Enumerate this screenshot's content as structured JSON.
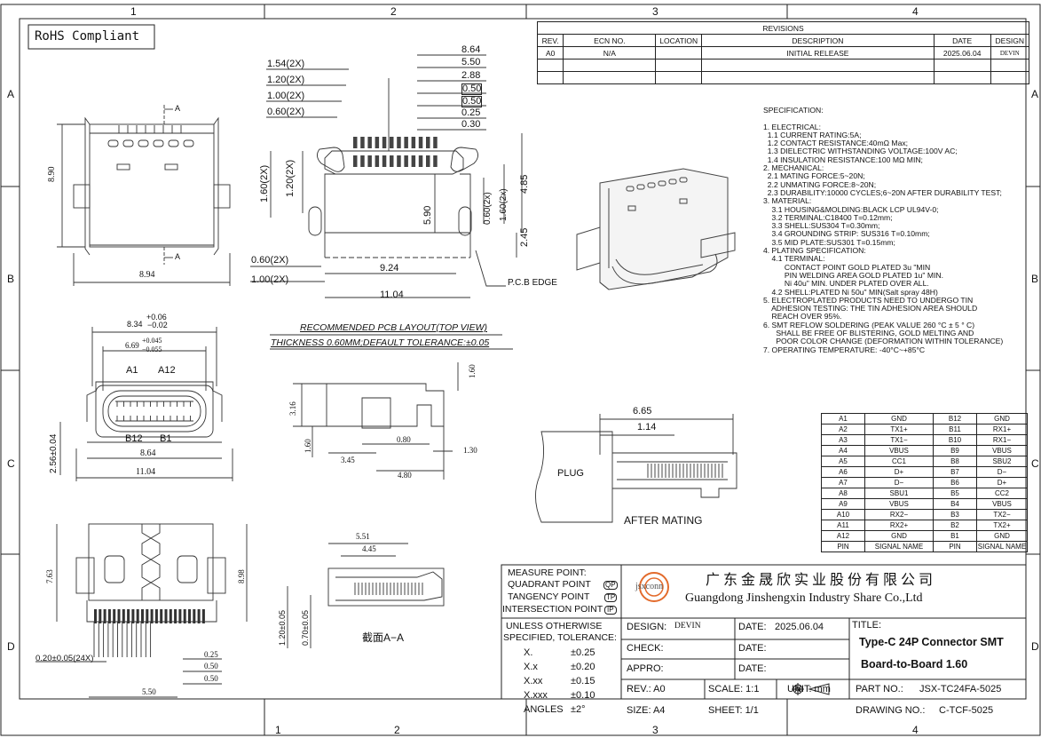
{
  "border": {
    "cols_top": [
      "1",
      "2",
      "3",
      "4"
    ],
    "cols_bottom": [
      "1",
      "2",
      "3",
      "4"
    ],
    "rows_left": [
      "A",
      "B",
      "C",
      "D"
    ],
    "rows_right": [
      "A",
      "B",
      "C",
      "D"
    ]
  },
  "rohs": "RoHS Compliant",
  "revisions": {
    "title": "REVISIONS",
    "headers": [
      "REV.",
      "ECN NO.",
      "LOCATION",
      "DESCRIPTION",
      "DATE",
      "DESIGN"
    ],
    "row": [
      "A0",
      "N/A",
      "",
      "INITIAL RELEASE",
      "2025.06.04",
      "DEVIN"
    ]
  },
  "spec_text": "SPECIFICATION:\n\n1. ELECTRICAL:\n  1.1 CURRENT RATING:5A;\n  1.2 CONTACT RESISTANCE:40mΩ Max;\n  1.3 DIELECTRIC WITHSTANDING VOLTAGE:100V AC;\n  1.4 INSULATION RESISTANCE:100 MΩ MIN;\n2. MECHANICAL:\n  2.1 MATING FORCE:5~20N;\n  2.2 UNMATING FORCE:8~20N;\n  2.3 DURABILITY:10000 CYCLES;6~20N AFTER DURABILITY TEST;\n3. MATERIAL:\n    3.1 HOUSING&MOLDING:BLACK LCP UL94V-0;\n    3.2 TERMINAL:C18400 T=0.12mm;\n    3.3 SHELL:SUS304 T=0.30mm;\n    3.4 GROUNDING STRIP: SUS316 T=0.10mm;\n    3.5 MID PLATE:SUS301 T=0.15mm;\n4. PLATING SPECIFICATION:\n    4.1 TERMINAL:\n          CONTACT POINT GOLD PLATED 3u \"MIN\n          PIN WELDING AREA GOLD PLATED 1u\" MIN.\n          Ni 40u\" MIN. UNDER PLATED OVER ALL.\n    4.2 SHELL:PLATED Ni 50u\" MIN(Salt spray 48H)\n5. ELECTROPLATED PRODUCTS NEED TO UNDERGO TIN\n    ADHESION TESTING: THE TIN ADHESION AREA SHOULD\n    REACH OVER 95%.\n6. SMT REFLOW SOLDERING (PEAK VALUE 260 °C ± 5 ° C)\n      SHALL BE FREE OF BLISTERING, GOLD MELTING AND\n      POOR COLOR CHANGE (DEFORMATION WITHIN TOLERANCE)\n7. OPERATING TEMPERATURE: -40°C~+85°C",
  "pinout": [
    [
      "A1",
      "GND",
      "B12",
      "GND"
    ],
    [
      "A2",
      "TX1+",
      "B11",
      "RX1+"
    ],
    [
      "A3",
      "TX1−",
      "B10",
      "RX1−"
    ],
    [
      "A4",
      "VBUS",
      "B9",
      "VBUS"
    ],
    [
      "A5",
      "CC1",
      "B8",
      "SBU2"
    ],
    [
      "A6",
      "D+",
      "B7",
      "D−"
    ],
    [
      "A7",
      "D−",
      "B6",
      "D+"
    ],
    [
      "A8",
      "SBU1",
      "B5",
      "CC2"
    ],
    [
      "A9",
      "VBUS",
      "B4",
      "VBUS"
    ],
    [
      "A10",
      "RX2−",
      "B3",
      "TX2−"
    ],
    [
      "A11",
      "RX2+",
      "B2",
      "TX2+"
    ],
    [
      "A12",
      "GND",
      "B1",
      "GND"
    ],
    [
      "PIN",
      "SIGNAL NAME",
      "PIN",
      "SIGNAL NAME"
    ]
  ],
  "pcb_layout": {
    "caption1": "RECOMMENDED PCB LAYOUT(TOP VIEW)",
    "caption2": "THICKNESS 0.60MM;DEFAULT TOLERANCE:±0.05",
    "left_dims": [
      "1.54(2X)",
      "1.20(2X)",
      "1.00(2X)",
      "0.60(2X)"
    ],
    "right_dims": [
      "8.64",
      "5.50",
      "2.88",
      "0.50",
      "0.50",
      "0.25",
      "0.30"
    ],
    "vert_left": [
      "1.60(2X)",
      "1.20(2X)"
    ],
    "vert_mid": "5.90",
    "vert_right": [
      "0.60(2x)",
      "1.60(2x)",
      "4.85",
      "2.45"
    ],
    "bottom_dims": [
      "0.60(2X)",
      "1.00(2X)",
      "9.24",
      "11.04"
    ],
    "edge_label": "P.C.B EDGE"
  },
  "top_view": {
    "height": "8.90",
    "width": "8.94",
    "section": "A"
  },
  "front_view": {
    "top_dim": "8.34",
    "tol_plus": "+0.06",
    "tol_minus": "−0.02",
    "inner_dim": "6.69",
    "inner_tol_plus": "+0.045",
    "inner_tol_minus": "−0.055",
    "labels": [
      "A1",
      "A12",
      "B12",
      "B1"
    ],
    "height": "2.56±0.04",
    "width1": "8.64",
    "width2": "11.04"
  },
  "side_view": {
    "dims": [
      "3.16",
      "1.60",
      "0.80",
      "1.30",
      "3.45",
      "4.80",
      "1.60"
    ]
  },
  "bottom_view": {
    "dims": [
      "7.63",
      "8.98",
      "0.20±0.05(24X)",
      "0.25",
      "0.50",
      "0.50",
      "5.50"
    ]
  },
  "section_view": {
    "dims": [
      "5.51",
      "4.45",
      "1.20±0.05",
      "0.70±0.05"
    ],
    "label": "截面A−A"
  },
  "mating": {
    "dims": [
      "6.65",
      "1.14"
    ],
    "plug": "PLUG",
    "caption": "AFTER MATING"
  },
  "title_block": {
    "measure": [
      "MEASURE POINT:",
      "QUADRANT POINT",
      "TANGENCY POINT",
      "INTERSECTION POINT"
    ],
    "measure_codes": [
      "QP",
      "TP",
      "IP"
    ],
    "tolerance_head": [
      "UNLESS OTHERWISE",
      "SPECIFIED, TOLERANCE:"
    ],
    "tolerances": [
      [
        "X.",
        "±0.25"
      ],
      [
        "X.x",
        "±0.20"
      ],
      [
        "X.xx",
        "±0.15"
      ],
      [
        "X.xxx",
        "±0.10"
      ],
      [
        "ANGLES",
        "±2°"
      ]
    ],
    "logo_text": "jsxconn",
    "company_cn": "广 东 金 晟 欣 实 业 股 份 有 限 公 司",
    "company_en": "Guangdong Jinshengxin Industry Share Co.,Ltd",
    "design_label": "DESIGN:",
    "design_value": "DEVIN",
    "check_label": "CHECK:",
    "appro_label": "APPRO:",
    "date_label": "DATE:",
    "date_value": "2025.06.04",
    "title_label": "TITLE:",
    "title_line1": "Type-C 24P Connector SMT",
    "title_line2": "Board-to-Board 1.60",
    "rev_label": "REV.: A0",
    "scale_label": "SCALE: 1:1",
    "unit_label": "UNIT: mm",
    "part_label": "PART NO.:",
    "part_value": "JSX-TC24FA-5025",
    "size_label": "SIZE: A4",
    "sheet_label": "SHEET: 1/1",
    "drawing_label": "DRAWING NO.:",
    "drawing_value": "C-TCF-5025"
  }
}
